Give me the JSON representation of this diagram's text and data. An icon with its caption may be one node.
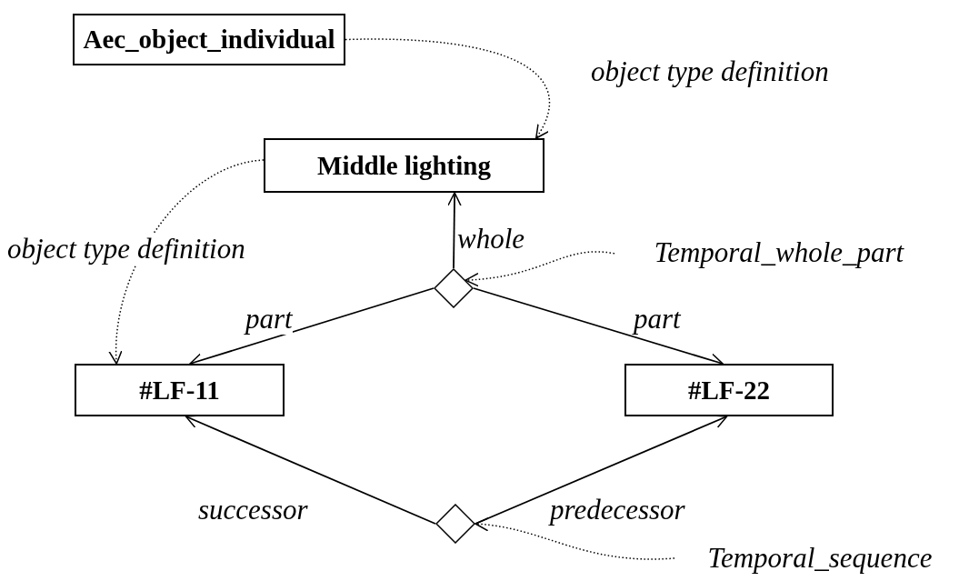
{
  "diagram": {
    "nodes": [
      {
        "text": [
          "Aec_object_individual"
        ]
      },
      {
        "text": [
          "Middle lighting"
        ]
      },
      {
        "text": [
          "Temporal_whole_part"
        ]
      },
      {
        "text": [],
        "shape": "diamond"
      },
      {
        "text": [
          "#LF-11"
        ]
      },
      {
        "text": [
          "#LF-22"
        ]
      },
      {
        "text": [],
        "shape": "diamond"
      },
      {
        "text": [
          "Temporal_sequence"
        ]
      }
    ],
    "edges": [
      {
        "from": 0,
        "to": 1,
        "arrow": "to",
        "style": "dashed",
        "label": "object type definition"
      },
      {
        "from": 1,
        "to": 4,
        "arrow": "to",
        "style": "dashed",
        "label": "object type definition"
      },
      {
        "from": 3,
        "to": 1,
        "arrow": "to",
        "label": "whole"
      },
      {
        "from": 2,
        "to": 3,
        "arrow": "to",
        "style": "dashed"
      },
      {
        "from": 3,
        "to": 4,
        "arrow": "to",
        "label": "part"
      },
      {
        "from": 3,
        "to": 5,
        "arrow": "to",
        "label": "part"
      },
      {
        "from": 6,
        "to": 4,
        "arrow": "to",
        "label": "successor"
      },
      {
        "from": 6,
        "to": 5,
        "arrow": "to",
        "label": "predecessor"
      },
      {
        "from": 7,
        "to": 6,
        "arrow": "to",
        "style": "dashed"
      }
    ]
  }
}
